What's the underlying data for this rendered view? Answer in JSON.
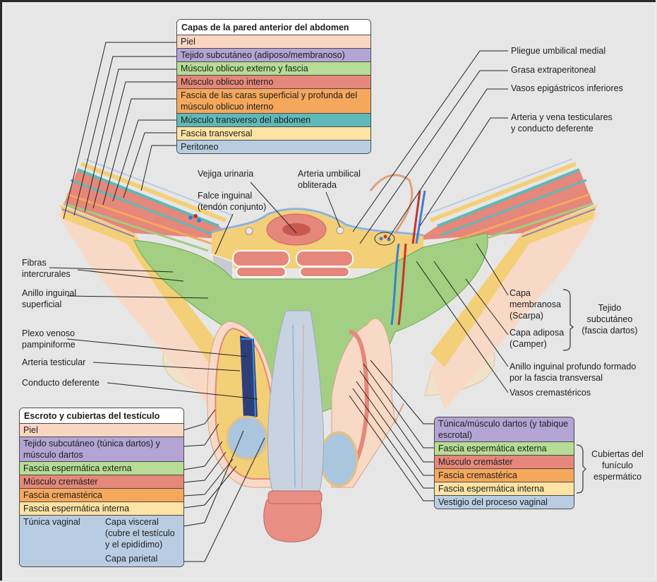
{
  "colors": {
    "background": "#e6e6e6",
    "piel": "#f9d6c2",
    "subcutaneo": "#b3a4d4",
    "oblicuo_externo": "#b6dc95",
    "oblicuo_interno": "#e5877a",
    "fascia_oblicuo_interno": "#f5a75c",
    "transverso": "#5fb9b8",
    "fascia_transversal": "#fde3a4",
    "peritoneo": "#b9cde2",
    "fat_yellow": "#f3cf78",
    "muscle_green": "#9fcd80",
    "bone": "#efe2c8",
    "testis_blue": "#aac6de",
    "glans_pink": "#e88e85"
  },
  "legend_top": {
    "title": "Capas de la pared anterior del abdomen",
    "rows": [
      {
        "label": "Piel",
        "color": "#f9d6c2"
      },
      {
        "label": "Tejido subcutáneo (adiposo/membranoso)",
        "color": "#b3a4d4"
      },
      {
        "label": "Músculo oblicuo externo y fascia",
        "color": "#b6dc95"
      },
      {
        "label": "Músculo oblicuo interno",
        "color": "#e5877a"
      },
      {
        "label": "Fascia de las caras superficial y profunda del músculo oblicuo interno",
        "color": "#f5a75c"
      },
      {
        "label": "Músculo transverso del abdomen",
        "color": "#5fb9b8"
      },
      {
        "label": "Fascia transversal",
        "color": "#fde3a4"
      },
      {
        "label": "Peritoneo",
        "color": "#b9cde2"
      }
    ]
  },
  "legend_scrotum": {
    "title": "Escroto y cubiertas del testículo",
    "rows": [
      {
        "label": "Piel",
        "color": "#f9d6c2"
      },
      {
        "label": "Tejido subcutáneo (túnica dartos) y músculo dartos",
        "color": "#b3a4d4"
      },
      {
        "label": "Fascia espermática externa",
        "color": "#b6dc95"
      },
      {
        "label": "Músculo cremáster",
        "color": "#e5877a"
      },
      {
        "label": "Fascia cremastérica",
        "color": "#f5a75c"
      },
      {
        "label": "Fascia espermática interna",
        "color": "#fde3a4"
      }
    ],
    "tunica": {
      "label": "Túnica vaginal",
      "visceral": "Capa visceral (cubre el testículo y el epidídimo)",
      "parietal": "Capa parietal",
      "color": "#b9cde2"
    }
  },
  "legend_cord": {
    "rows": [
      {
        "label": "Túnica/músculo dartos (y tabique escrotal)",
        "color": "#b3a4d4"
      },
      {
        "label": "Fascia espermática externa",
        "color": "#b6dc95"
      },
      {
        "label": "Músculo cremáster",
        "color": "#e5877a"
      },
      {
        "label": "Fascia cremastérica",
        "color": "#f5a75c"
      },
      {
        "label": "Fascia espermática interna",
        "color": "#fde3a4"
      },
      {
        "label": "Vestigio del proceso vaginal",
        "color": "#b9cde2"
      }
    ],
    "brace_label": "Cubiertas del funículo espermático"
  },
  "labels_right": {
    "pliegue": "Pliegue umbilical medial",
    "grasa": "Grasa extraperitoneal",
    "vasos_epig": "Vasos epigástricos inferiores",
    "arteria_vena_1": "Arteria y vena testiculares",
    "arteria_vena_2": "y conducto deferente",
    "capa_membranosa": "Capa membranosa (Scarpa)",
    "capa_adiposa": "Capa adiposa (Camper)",
    "tejido_subcutaneo": "Tejido subcutáneo (fascia dartos)",
    "anillo_profundo_1": "Anillo inguinal profundo formado",
    "anillo_profundo_2": "por la fascia transversal",
    "vasos_crem": "Vasos cremastéricos"
  },
  "labels_left": {
    "fibras_1": "Fibras",
    "fibras_2": "intercrurales",
    "anillo_sup_1": "Anillo inguinal",
    "anillo_sup_2": "superficial",
    "plexo_1": "Plexo venoso",
    "plexo_2": "pampiniforme",
    "arteria_test": "Arteria testicular",
    "conducto": "Conducto deferente"
  },
  "labels_center": {
    "vejiga": "Vejiga urinaria",
    "falce_1": "Falce inguinal",
    "falce_2": "(tendón conjunto)",
    "arteria_umb_1": "Arteria umbilical",
    "arteria_umb_2": "obliterada"
  }
}
